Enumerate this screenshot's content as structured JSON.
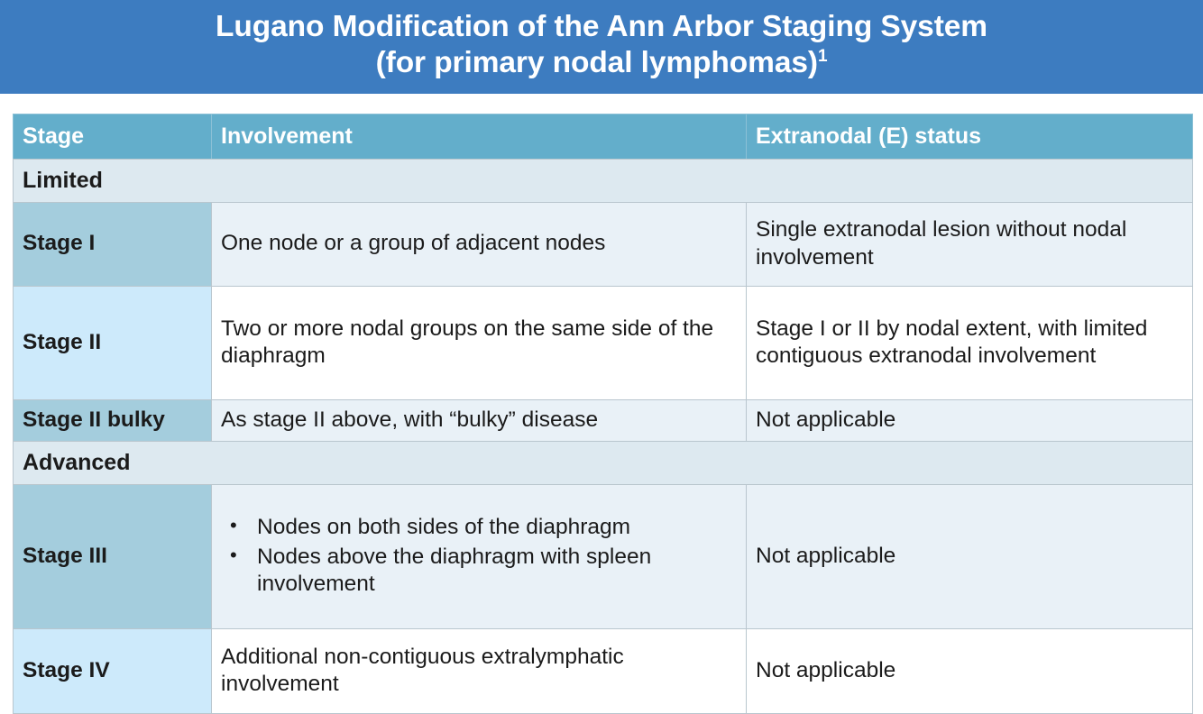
{
  "title": {
    "line1": "Lugano Modification of the Ann Arbor Staging System",
    "line2": "(for primary nodal lymphomas)",
    "footnote_marker": "1"
  },
  "colors": {
    "title_banner": "#3d7cc0",
    "header_row": "#63aecb",
    "section_row": "#dde9f0",
    "stage_cell_dark": "#a4cddd",
    "stage_cell_light": "#cdeafb",
    "cell_tint": "#e9f1f7",
    "cell_plain": "#ffffff",
    "border": "#b9c6ce",
    "text": "#1b1b1b",
    "header_text": "#ffffff"
  },
  "table": {
    "columns": [
      "Stage",
      "Involvement",
      "Extranodal (E) status"
    ],
    "rows": [
      {
        "kind": "section",
        "label": "Limited"
      },
      {
        "kind": "stage",
        "stage": "Stage I",
        "involvement": "One node or a group of adjacent nodes",
        "extranodal": "Single extranodal lesion without nodal involvement"
      },
      {
        "kind": "stage",
        "stage": "Stage II",
        "involvement": "Two or more nodal groups on the same side of the diaphragm",
        "extranodal": "Stage I or II by nodal extent, with limited contiguous extranodal involvement"
      },
      {
        "kind": "stage",
        "stage": "Stage II bulky",
        "involvement": "As stage II above, with “bulky” disease",
        "extranodal": "Not applicable"
      },
      {
        "kind": "section",
        "label": "Advanced"
      },
      {
        "kind": "stage",
        "stage": "Stage III",
        "involvement_bullets": [
          "Nodes on both sides of the diaphragm",
          "Nodes above the diaphragm with spleen involvement"
        ],
        "extranodal": "Not applicable"
      },
      {
        "kind": "stage",
        "stage": "Stage IV",
        "involvement": "Additional non-contiguous extralymphatic involvement",
        "extranodal": "Not applicable"
      }
    ]
  }
}
